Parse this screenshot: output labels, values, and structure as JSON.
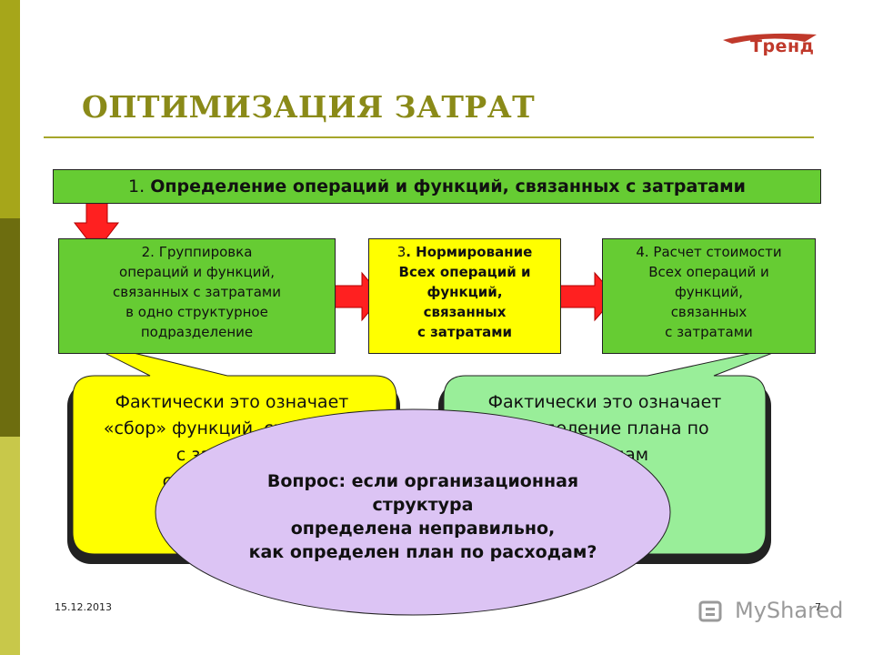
{
  "logo": {
    "text": "Тренд",
    "icon": "trend-logo"
  },
  "title": "ОПТИМИЗАЦИЯ ЗАТРАТ",
  "step1": {
    "number": "1.",
    "text": "Определение операций и функций, связанных с затратами"
  },
  "step2": {
    "lines": [
      "2. Группировка",
      "операций и функций,",
      "связанных с затратами",
      "в одно структурное",
      "подразделение"
    ]
  },
  "step3": {
    "number": "3",
    "lines": [
      ". Нормирование",
      "Всех операций и",
      "функций,",
      "связанных",
      "с затратами"
    ]
  },
  "step4": {
    "lines": [
      "4. Расчет стоимости",
      "Всех операций и",
      "функций,",
      "связанных",
      "с затратами"
    ]
  },
  "callout_left": {
    "lines": [
      "Фактически это означает",
      "«сбор» функций, связанных",
      "с затратами",
      "существующих"
    ]
  },
  "callout_right": {
    "lines": [
      "Фактически это означает",
      "определение плана по",
      "расходам"
    ]
  },
  "question": {
    "lines": [
      "Вопрос: если организационная",
      "структура",
      "определена неправильно,",
      "как определен план по расходам?"
    ]
  },
  "footer": {
    "date": "15.12.2013",
    "page": "7",
    "watermark": "MyShared"
  },
  "colors": {
    "green": "#66cc33",
    "yellow": "#ffff00",
    "light_green": "#99ee99",
    "lavender": "#dcc4f4",
    "arrow": "#ff2020",
    "title": "#8a8a18"
  }
}
